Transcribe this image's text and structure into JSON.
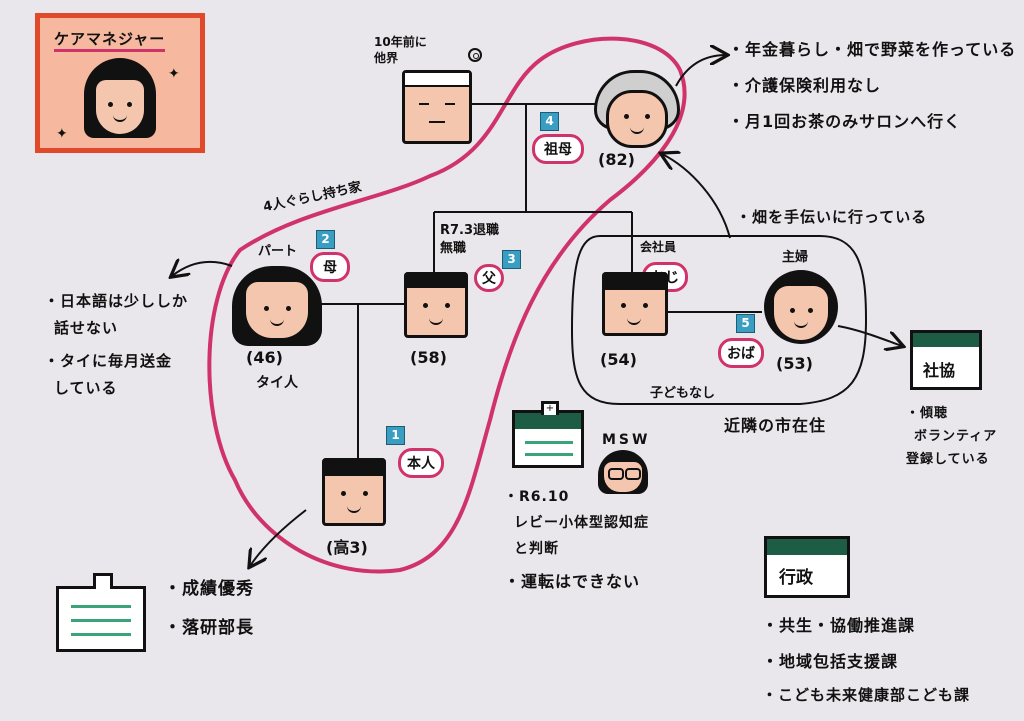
{
  "care_manager": {
    "label": "ケアマネジャー"
  },
  "grandfather": {
    "note": "10年前に\n他界"
  },
  "household": {
    "label": "4人ぐらし持ち家"
  },
  "grandma": {
    "role": "祖母",
    "badge": "4",
    "age": "(82)",
    "notes": [
      "・年金暮らし・畑で野菜を作っている",
      "・介護保険利用なし",
      "・月1回お茶のみサロンへ行く"
    ]
  },
  "mother": {
    "role": "母",
    "badge": "2",
    "job": "パート",
    "age": "(46)",
    "nationality": "タイ人",
    "notes": [
      "・日本語は少ししか",
      "話せない",
      "・タイに毎月送金",
      "している"
    ]
  },
  "father": {
    "role": "父",
    "badge": "3",
    "note": "R7.3退職\n無職",
    "age": "(58)"
  },
  "uncle": {
    "role": "おじ",
    "job": "会社員",
    "age": "(54)"
  },
  "aunt": {
    "role": "おば",
    "badge": "5",
    "job": "主婦",
    "age": "(53)"
  },
  "relatives": {
    "note_field": "・畑を手伝いに行っている",
    "no_children": "子どもなし",
    "area": "近隣の市在住"
  },
  "self": {
    "role": "本人",
    "badge": "1",
    "age": "(高3)",
    "notes": [
      "・成績優秀",
      "・落研部長"
    ]
  },
  "hospital": {
    "msw": "MSW",
    "notes": [
      "・R6.10",
      "レビー小体型認知症",
      "と判断",
      "・運転はできない"
    ]
  },
  "shakyo": {
    "sign": "社協",
    "notes": [
      "・傾聴",
      "ボランティア",
      "登録している"
    ]
  },
  "gyosei": {
    "sign": "行政",
    "items": [
      "・共生・協働推進課",
      "・地域包括支援課",
      "・こども未来健康部こども課"
    ]
  },
  "colors": {
    "accent": "#d0336a",
    "frame": "#e04a2a",
    "badge": "#3a9ec2",
    "roof": "#1d5c45"
  }
}
